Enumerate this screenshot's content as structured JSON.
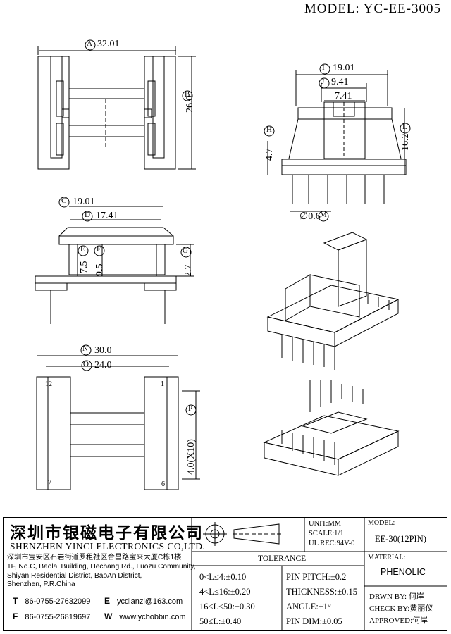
{
  "model_label": "MODEL: YC-EE-3005",
  "dims": {
    "A": "32.01",
    "B": "26.0",
    "C": "19.01",
    "D": "17.41",
    "E": "7.5",
    "F": "9.5",
    "G": "2.7",
    "H": "4.7",
    "I": "19.01",
    "J": "9.41",
    "J2": "7.41",
    "L": "16.2",
    "M": "∅0.6",
    "N": "30.0",
    "O": "24.0",
    "P": "4.0(X10)",
    "pin12": "12",
    "pin1": "1",
    "pin7": "7",
    "pin6": "6"
  },
  "company": {
    "name_cn": "深圳市银磁电子有限公司",
    "name_en": "SHENZHEN YINCI ELECTRONICS CO,LTD.",
    "address": [
      "深圳市宝安区石岩街道罗租社区合昌路宝来大厦C栋1楼",
      "1F, No.C, Baolai Building, Hechang Rd., Luozu Community,",
      "Shiyan Residential District, BaoAn District,",
      "Shenzhen, P.R.China"
    ],
    "tel_label": "T",
    "tel": "86-0755-27632099",
    "email_label": "E",
    "email": "ycdianzi@163.com",
    "fax_label": "F",
    "fax": "86-0755-26819697",
    "web_label": "W",
    "web": "www.ycbobbin.com"
  },
  "specs": {
    "unit": "UNIT:MM",
    "scale": "SCALE:1/1",
    "ul": "UL REC:94V-0"
  },
  "tolerance": {
    "title": "TOLERANCE",
    "left": [
      "0<L≤4:±0.10",
      "4<L≤16:±0.20",
      "16<L≤50:±0.30",
      "50≤L:±0.40"
    ],
    "right": [
      "PIN PITCH:±0.2",
      "THICKNESS:±0.15",
      "ANGLE:±1°",
      "PIN DIM:±0.05"
    ]
  },
  "model_box": {
    "label": "MODEL:",
    "value": "EE-30(12PIN)"
  },
  "material": {
    "label": "MATERIAL:",
    "value": "PHENOLIC"
  },
  "approvals": {
    "drawn": "DRWN BY: 何岸",
    "check": "CHECK BY:黄丽仪",
    "approved": "APPROVED:何岸"
  }
}
